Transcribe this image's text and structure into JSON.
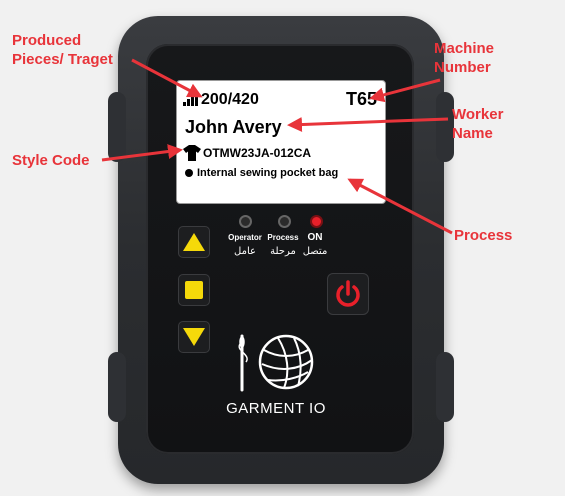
{
  "annotations": {
    "produced": "Produced\nPieces/ Traget",
    "machine": "Machine\nNumber",
    "worker": "Worker\nName",
    "style": "Style Code",
    "process": "Process"
  },
  "screen": {
    "count": "200/420",
    "machine_no": "T65",
    "worker": "John Avery",
    "style_code": "OTMW23JA-012CA",
    "process": "Internal sewing pocket bag"
  },
  "indicators": [
    {
      "label": "Operator",
      "arabic": "عامل",
      "color": "#2b2b2b"
    },
    {
      "label": "Process",
      "arabic": "مرحلة",
      "color": "#2b2b2b"
    },
    {
      "label": "ON",
      "arabic": "متصل",
      "color": "#e8202a"
    }
  ],
  "brand": "GARMENT IO",
  "colors": {
    "accent": "#e8343a",
    "button_yellow": "#f5d90a",
    "power_red": "#e8202a"
  },
  "icons": [
    "signal-bars-icon",
    "tshirt-icon",
    "up-triangle-icon",
    "stop-square-icon",
    "down-triangle-icon",
    "power-icon",
    "needle-yarn-logo"
  ]
}
